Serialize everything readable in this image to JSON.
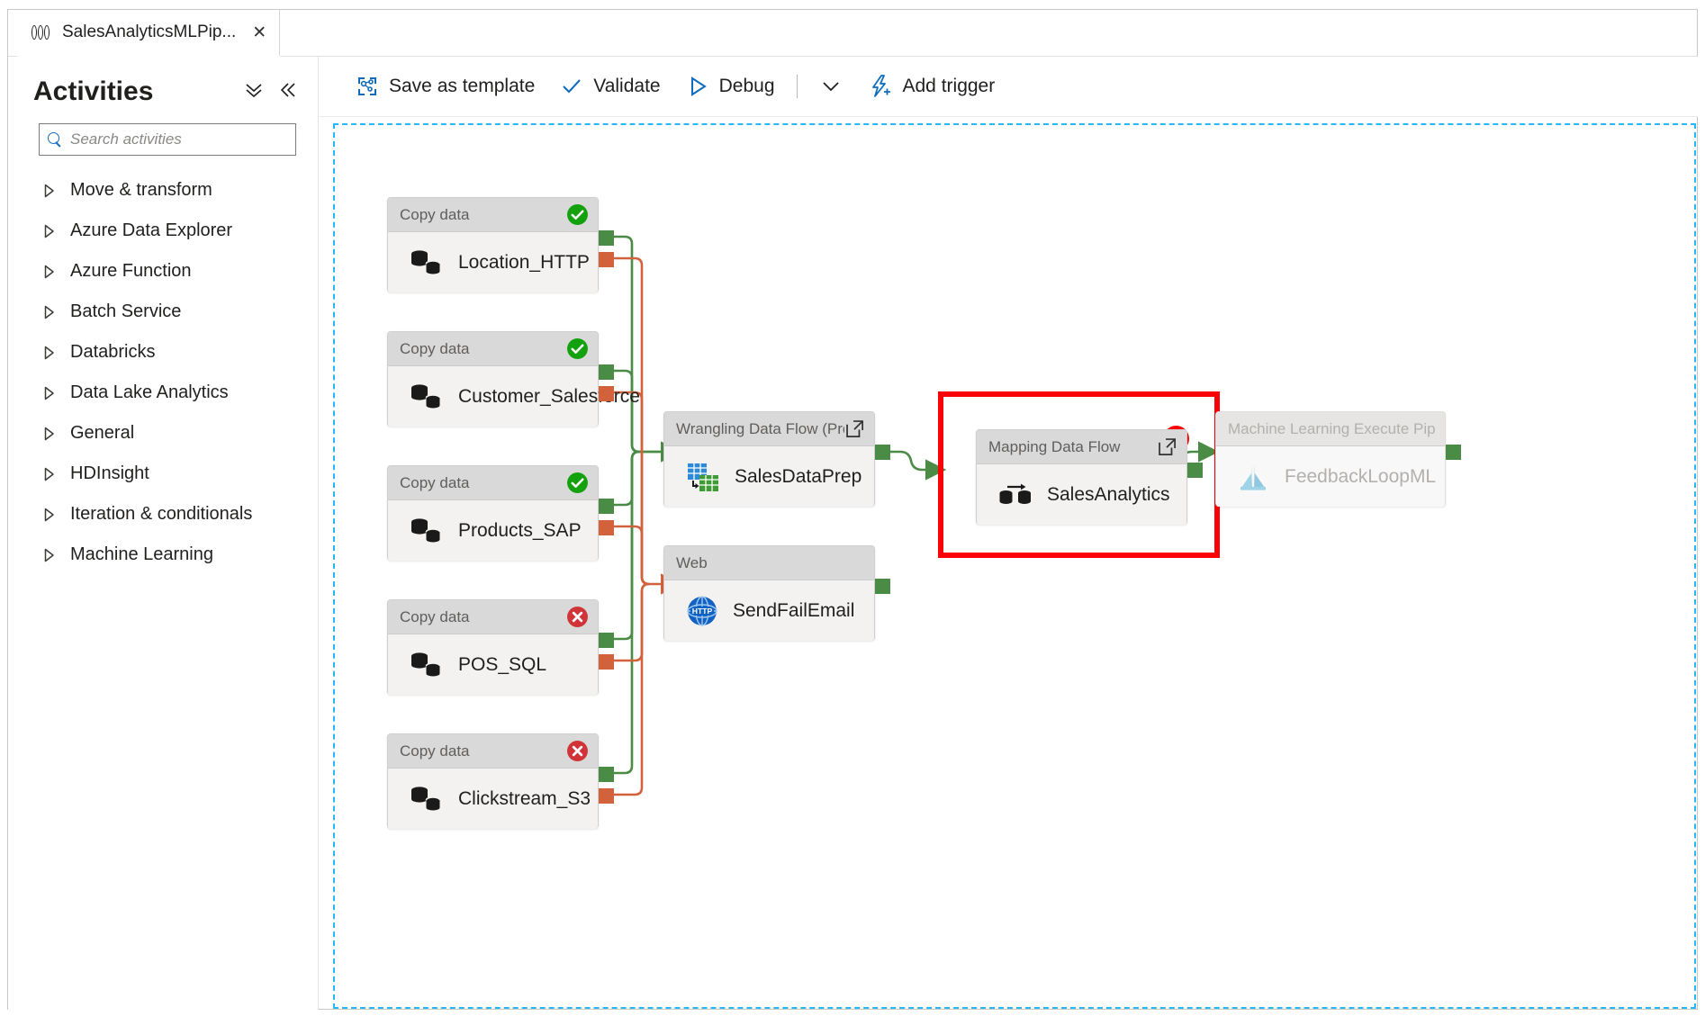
{
  "window": {
    "tab": {
      "title": "SalesAnalyticsMLPip...",
      "icon": "pipeline-icon",
      "close_label": "✕"
    }
  },
  "sidebar": {
    "title": "Activities",
    "collapse_all_label": "ˇˇ",
    "collapse_panel_label": "«",
    "search": {
      "placeholder": "Search activities",
      "value": ""
    },
    "items": [
      {
        "label": "Move & transform"
      },
      {
        "label": "Azure Data Explorer"
      },
      {
        "label": "Azure Function"
      },
      {
        "label": "Batch Service"
      },
      {
        "label": "Databricks"
      },
      {
        "label": "Data Lake Analytics"
      },
      {
        "label": "General"
      },
      {
        "label": "HDInsight"
      },
      {
        "label": "Iteration & conditionals"
      },
      {
        "label": "Machine Learning"
      }
    ]
  },
  "toolbar": {
    "save_as_template": "Save as template",
    "validate": "Validate",
    "debug": "Debug",
    "debug_chevron": "⌄",
    "add_trigger": "Add trigger"
  },
  "canvas": {
    "selection_color": "#fb0007",
    "success_color": "#4a8b45",
    "failure_color": "#d2623c",
    "nodes": [
      {
        "id": "location_http",
        "type": "Copy data",
        "name": "Location_HTTP",
        "status": "succeeded",
        "icon": "copy-data-icon"
      },
      {
        "id": "customer_salesforce",
        "type": "Copy data",
        "name": "Customer_Salesforce",
        "status": "succeeded",
        "icon": "copy-data-icon"
      },
      {
        "id": "products_sap",
        "type": "Copy data",
        "name": "Products_SAP",
        "status": "succeeded",
        "icon": "copy-data-icon"
      },
      {
        "id": "pos_sql",
        "type": "Copy data",
        "name": "POS_SQL",
        "status": "failed",
        "icon": "copy-data-icon"
      },
      {
        "id": "clickstream_s3",
        "type": "Copy data",
        "name": "Clickstream_S3",
        "status": "failed",
        "icon": "copy-data-icon"
      },
      {
        "id": "salesdataprep",
        "type": "Wrangling Data Flow (Preview",
        "name": "SalesDataPrep",
        "status": "none",
        "icon": "wrangling-data-flow-icon"
      },
      {
        "id": "sendfailemail",
        "type": "Web",
        "name": "SendFailEmail",
        "status": "none",
        "icon": "web-http-icon"
      },
      {
        "id": "salesanalytics",
        "type": "Mapping Data Flow",
        "name": "SalesAnalytics",
        "status": "none",
        "icon": "mapping-data-flow-icon",
        "selected": true
      },
      {
        "id": "feedbackloopml",
        "type": "Machine Learning Execute Pipeline",
        "name": "FeedbackLoopML",
        "status": "none",
        "icon": "machine-learning-icon",
        "disabled": true
      }
    ]
  }
}
